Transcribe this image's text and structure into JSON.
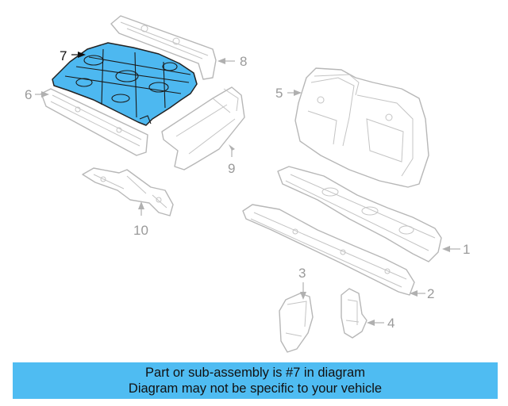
{
  "callouts": {
    "c1": "1",
    "c2": "2",
    "c3": "3",
    "c4": "4",
    "c5": "5",
    "c6": "6",
    "c7": "7",
    "c8": "8",
    "c9": "9",
    "c10": "10"
  },
  "highlight": {
    "part_number": "7",
    "color": "#4db8f0"
  },
  "banner": {
    "line1": "Part or sub-assembly is #7 in diagram",
    "line2": "Diagram may not be specific to your vehicle",
    "color": "#4fbcf2"
  }
}
